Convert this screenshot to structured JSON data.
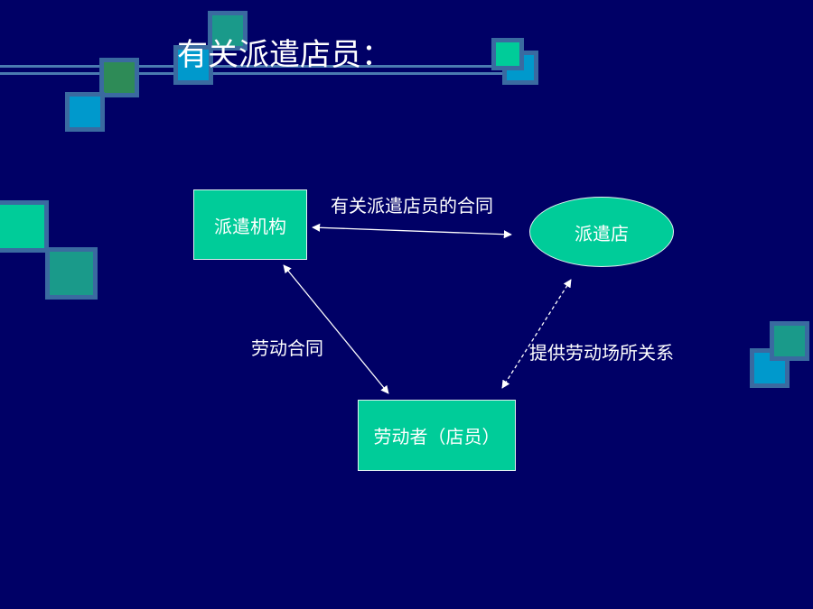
{
  "slide": {
    "title": "有关派遣店员：",
    "colors": {
      "background": "#000066",
      "node_fill": "#00cc99",
      "deco_border": "#3a6aa0",
      "deco_teal": "#1a9a8a",
      "deco_green": "#2e8b57",
      "deco_cyan": "#0099cc",
      "deco_bright": "#00cc99"
    }
  },
  "diagram": {
    "nodes": {
      "agency": "派遣机构",
      "store": "派遣店",
      "worker": "劳动者（店员）"
    },
    "edges": {
      "agency_store": "有关派遣店员的合同",
      "agency_worker": "劳动合同",
      "store_worker": "提供劳动场所关系"
    }
  }
}
